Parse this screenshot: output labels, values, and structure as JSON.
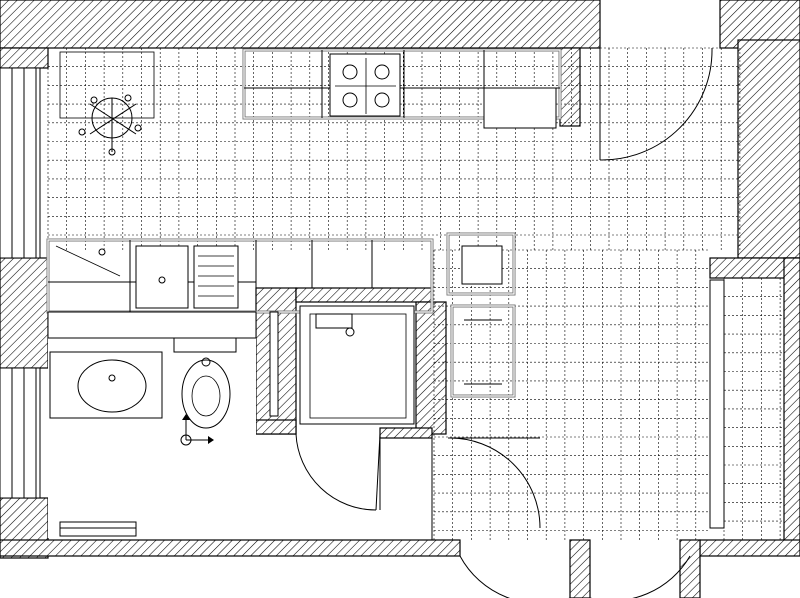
{
  "plan": {
    "name": "floor-plan",
    "elements": [
      "outer-wall",
      "kitchen-upper-cabinets",
      "gas-hob",
      "sink-counter",
      "shower-tray",
      "wash-basin",
      "toilet",
      "towel-rail",
      "armchair",
      "entrance-door",
      "bathroom-door",
      "balcony-door",
      "coordinate-origin-marker"
    ]
  }
}
